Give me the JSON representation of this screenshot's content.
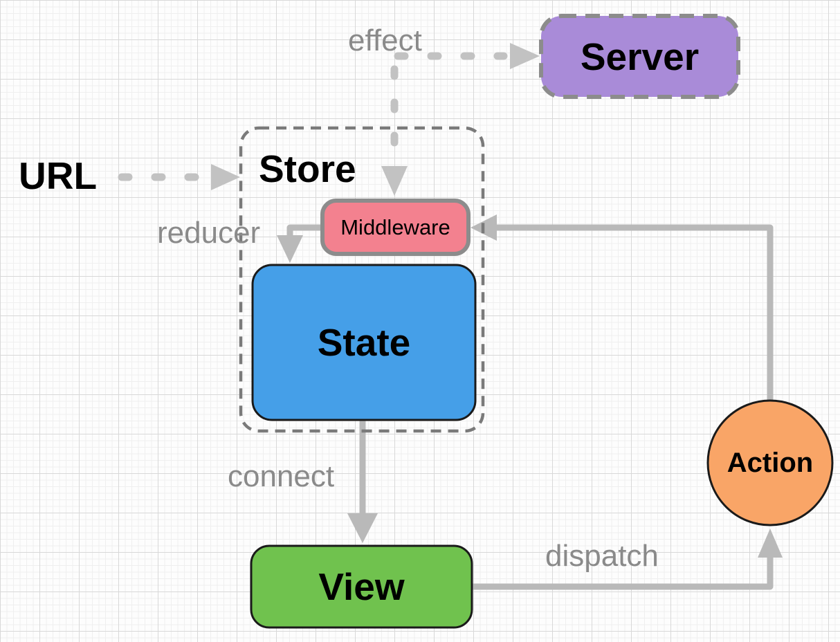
{
  "diagram": {
    "nodes": {
      "server": {
        "label": "Server",
        "fill": "#a98bd8"
      },
      "store": {
        "label": "Store"
      },
      "middleware": {
        "label": "Middleware",
        "fill": "#f3818f"
      },
      "state": {
        "label": "State",
        "fill": "#459fe8"
      },
      "view": {
        "label": "View",
        "fill": "#70c24e"
      },
      "action": {
        "label": "Action",
        "fill": "#f9a567"
      }
    },
    "labels": {
      "url": "URL",
      "effect": "effect",
      "reducer": "reducer",
      "connect": "connect",
      "dispatch": "dispatch"
    },
    "colors": {
      "solid_arrow": "#b9b9b9",
      "dashed_arrow": "#c2c2c2",
      "gray_border": "#8c8c8c",
      "store_border": "#7a7a7a",
      "dark_border": "#1a1a1a",
      "edge_label_text": "#8a8a8a"
    }
  }
}
